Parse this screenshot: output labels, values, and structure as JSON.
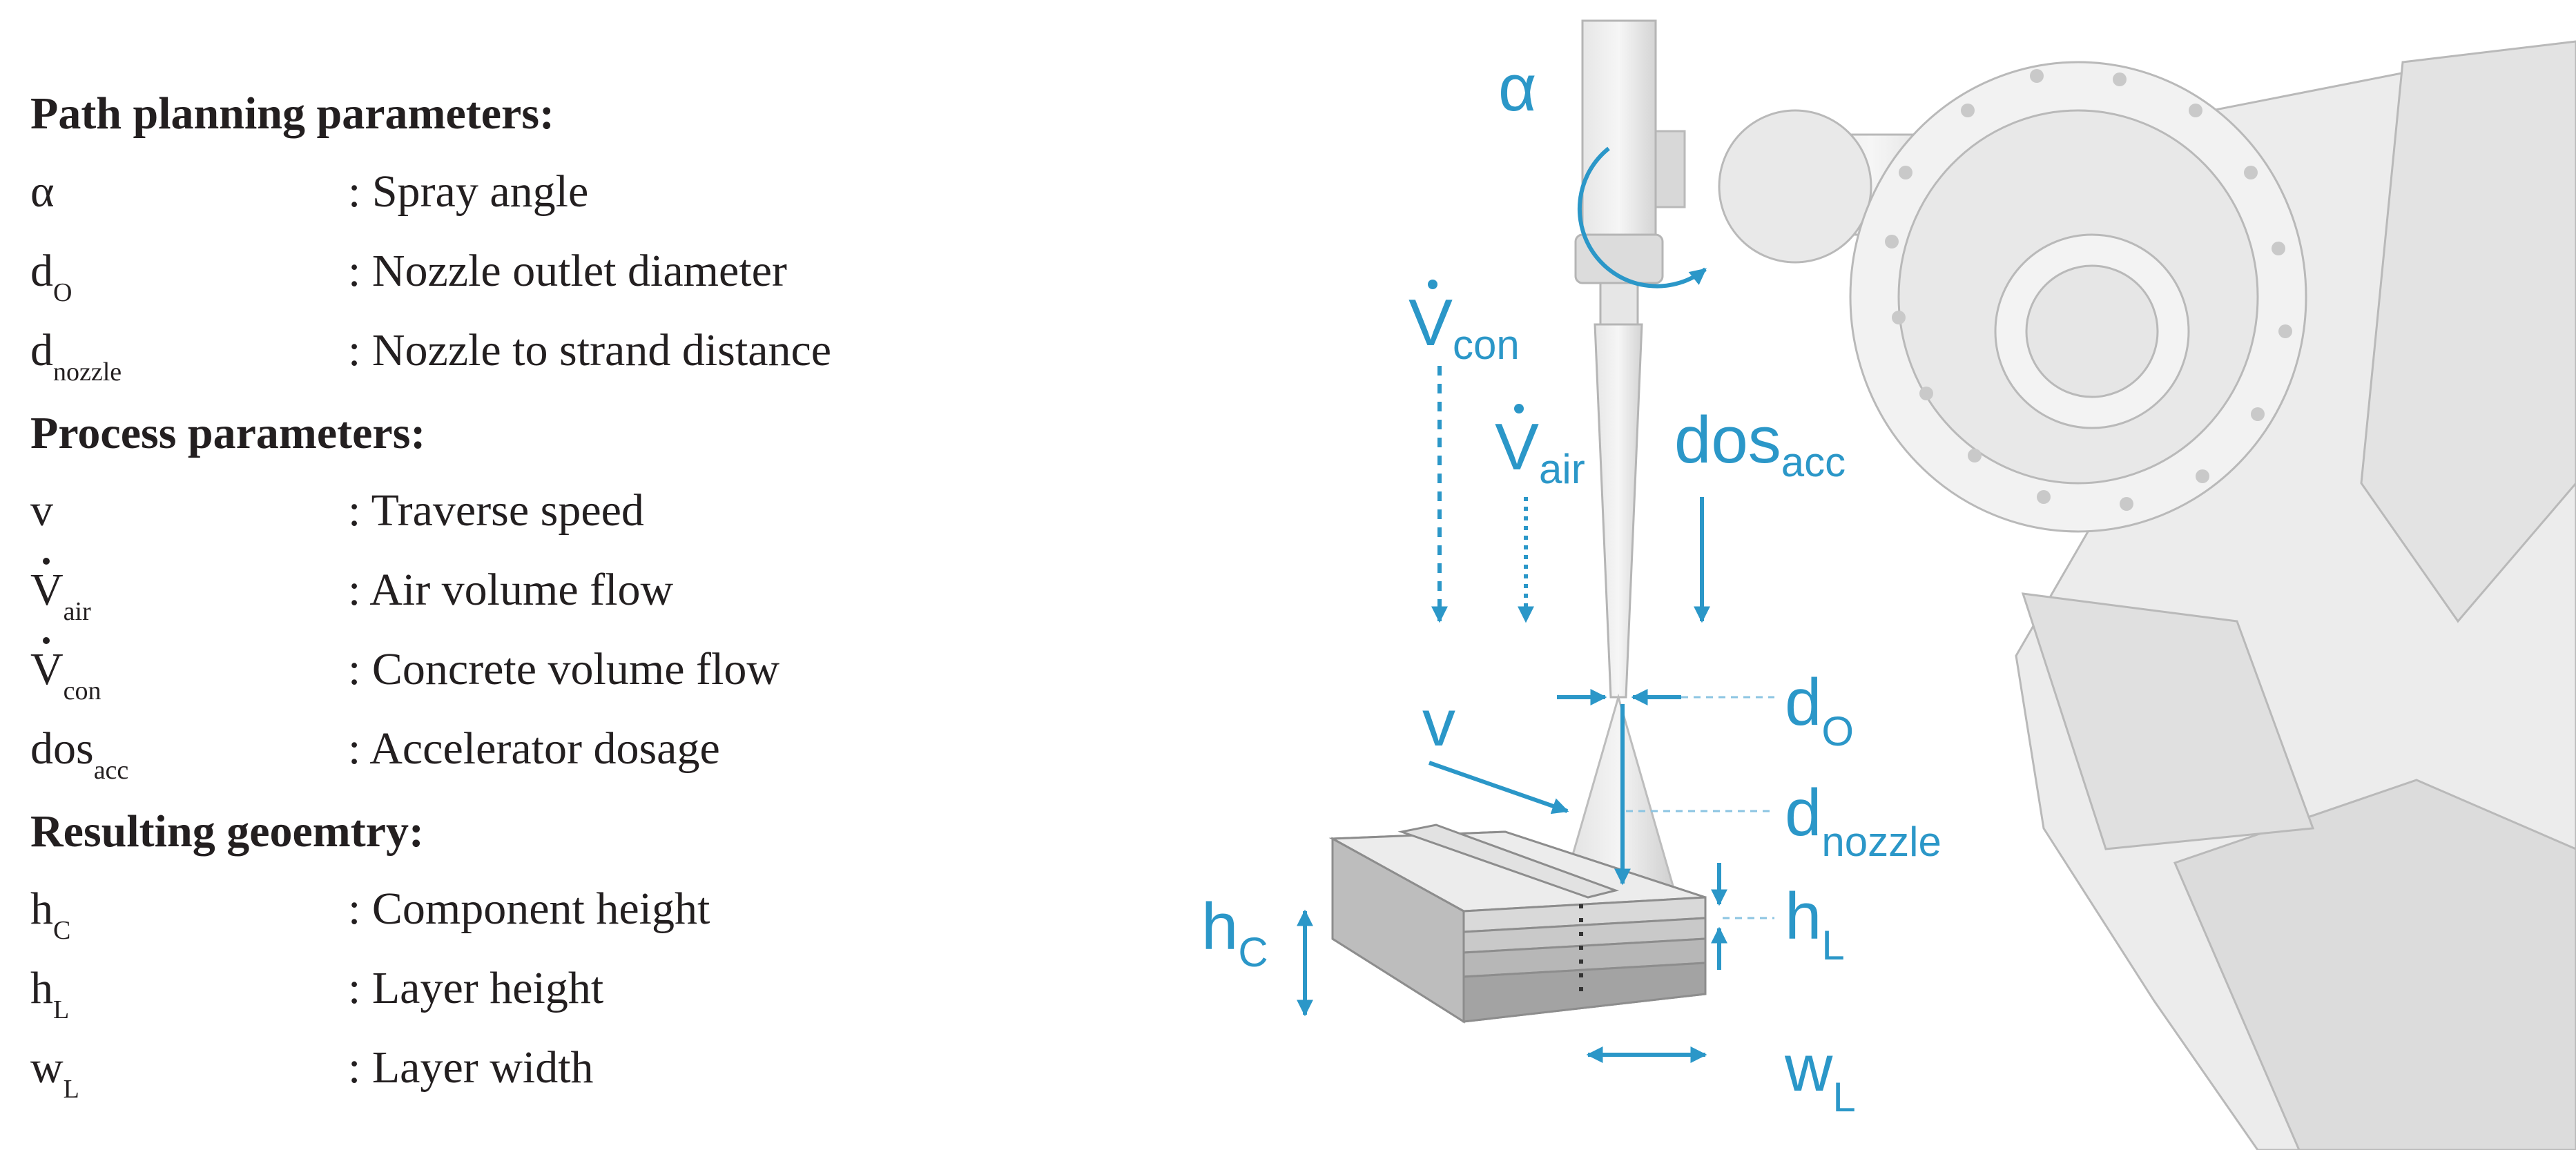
{
  "legend": {
    "sections": [
      {
        "title": "Path planning parameters:",
        "items": [
          {
            "symbol": "α",
            "sub": "",
            "dot": false,
            "desc": ": Spray angle"
          },
          {
            "symbol": "d",
            "sub": "O",
            "dot": false,
            "desc": ": Nozzle outlet diameter"
          },
          {
            "symbol": "d",
            "sub": "nozzle",
            "dot": false,
            "desc": ": Nozzle to strand distance"
          }
        ]
      },
      {
        "title": "Process parameters:",
        "items": [
          {
            "symbol": "v",
            "sub": "",
            "dot": false,
            "desc": ": Traverse speed"
          },
          {
            "symbol": "V",
            "sub": "air",
            "dot": true,
            "desc": ": Air volume flow"
          },
          {
            "symbol": "V",
            "sub": "con",
            "dot": true,
            "desc": ": Concrete volume flow"
          },
          {
            "symbol": "dos",
            "sub": "acc",
            "dot": false,
            "desc": ": Accelerator dosage"
          }
        ]
      },
      {
        "title": "Resulting geoemtry:",
        "items": [
          {
            "symbol": "h",
            "sub": "C",
            "dot": false,
            "desc": ": Component height"
          },
          {
            "symbol": "h",
            "sub": "L",
            "dot": false,
            "desc": ": Layer height"
          },
          {
            "symbol": "w",
            "sub": "L",
            "dot": false,
            "desc": ": Layer width"
          }
        ]
      }
    ]
  },
  "diagram": {
    "accent_color": "#2b97c8",
    "labels": {
      "alpha": {
        "main": "α",
        "sub": ""
      },
      "v_con": {
        "main": "V",
        "sub": "con"
      },
      "v_air": {
        "main": "V",
        "sub": "air"
      },
      "dos_acc": {
        "main": "dos",
        "sub": "acc"
      },
      "v": {
        "main": "v",
        "sub": ""
      },
      "d_o": {
        "main": "d",
        "sub": "O"
      },
      "d_nozzle": {
        "main": "d",
        "sub": "nozzle"
      },
      "h_c": {
        "main": "h",
        "sub": "C"
      },
      "h_l": {
        "main": "h",
        "sub": "L"
      },
      "w_l": {
        "main": "w",
        "sub": "L"
      }
    },
    "icons": [
      "robot-arm-icon",
      "spray-nozzle-icon",
      "concrete-layers-icon"
    ]
  }
}
